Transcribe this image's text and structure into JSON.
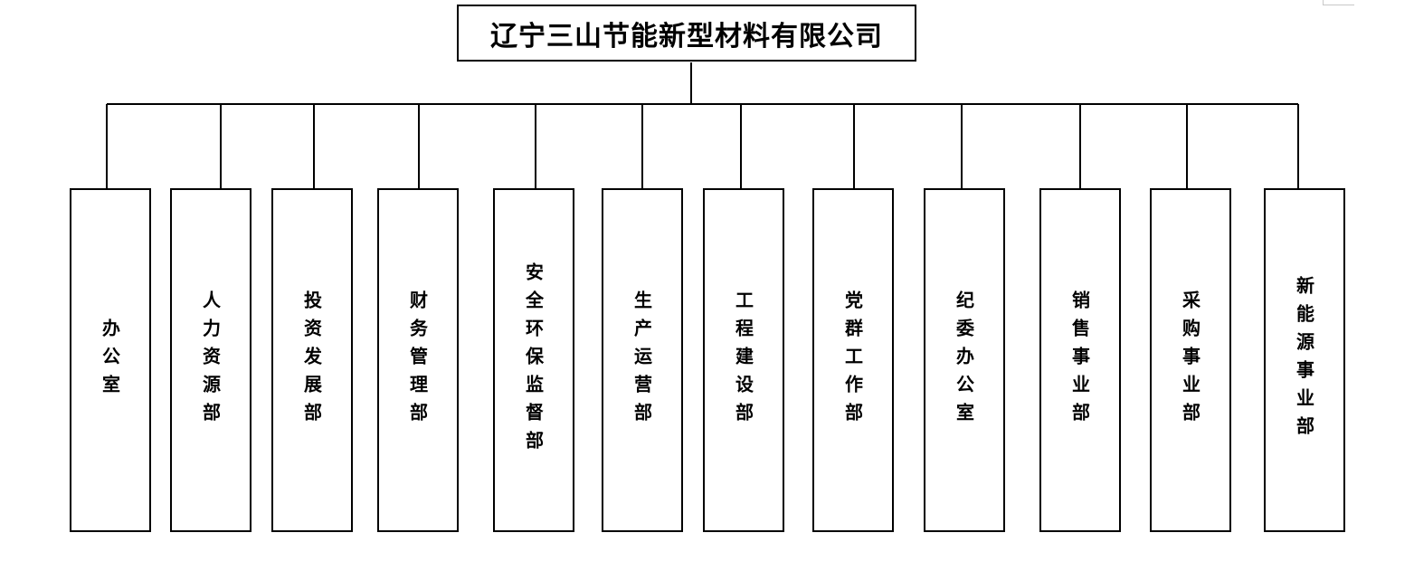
{
  "company": "辽宁三山节能新型材料有限公司",
  "departments": [
    {
      "id": "office",
      "name": "办公室"
    },
    {
      "id": "hr",
      "name": "人力资源部"
    },
    {
      "id": "investment",
      "name": "投资发展部"
    },
    {
      "id": "finance",
      "name": "财务管理部"
    },
    {
      "id": "safety",
      "name": "安全环保监督部"
    },
    {
      "id": "production",
      "name": "生产运营部"
    },
    {
      "id": "engineering",
      "name": "工程建设部"
    },
    {
      "id": "party",
      "name": "党群工作部"
    },
    {
      "id": "discipline",
      "name": "纪委办公室"
    },
    {
      "id": "sales",
      "name": "销售事业部"
    },
    {
      "id": "procurement",
      "name": "采购事业部"
    },
    {
      "id": "new-energy",
      "name": "新能源事业部"
    }
  ]
}
